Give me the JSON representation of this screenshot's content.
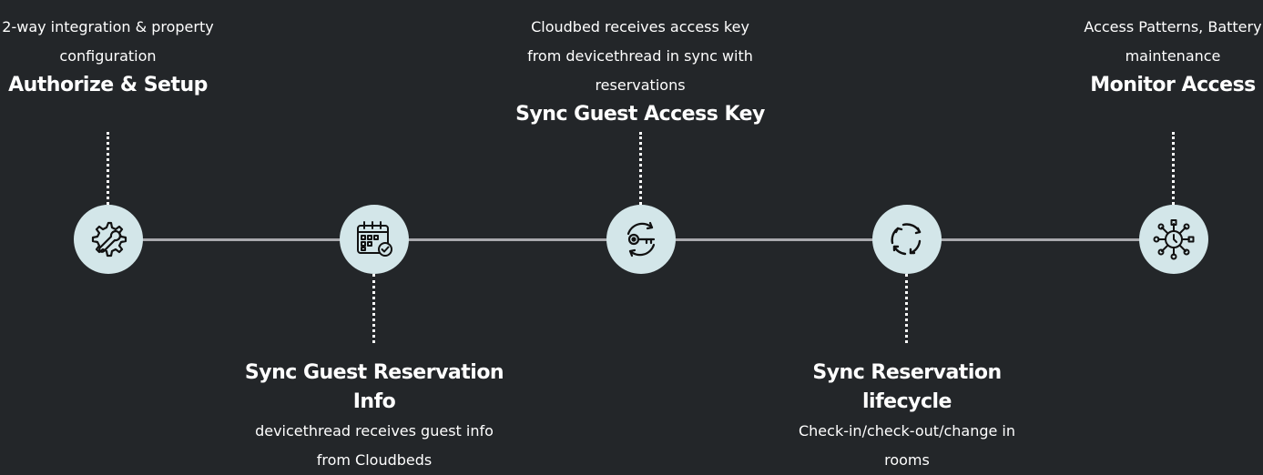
{
  "colors": {
    "background": "#232629",
    "icon_fill": "#d3e6e9",
    "line": "#a9a9ad",
    "text": "#ffffff"
  },
  "steps": [
    {
      "title": "Authorize & Setup",
      "desc_lines": [
        "2-way integration & property",
        "configuration"
      ],
      "icon": "gear-wrench-icon"
    },
    {
      "title_lines": [
        "Sync Guest Reservation",
        "Info"
      ],
      "desc_lines": [
        "devicethread receives guest info",
        "from Cloudbeds"
      ],
      "icon": "calendar-check-icon"
    },
    {
      "title": "Sync Guest Access Key",
      "desc_lines": [
        "Cloudbed receives access key",
        "from devicethread in sync with",
        "reservations"
      ],
      "icon": "key-sync-icon"
    },
    {
      "title_lines": [
        "Sync Reservation",
        "lifecycle"
      ],
      "desc_lines": [
        "Check-in/check-out/change in",
        "rooms"
      ],
      "icon": "cycle-arrows-icon"
    },
    {
      "title": "Monitor Access",
      "desc_lines": [
        "Access Patterns, Battery",
        "maintenance"
      ],
      "icon": "clock-network-icon"
    }
  ]
}
